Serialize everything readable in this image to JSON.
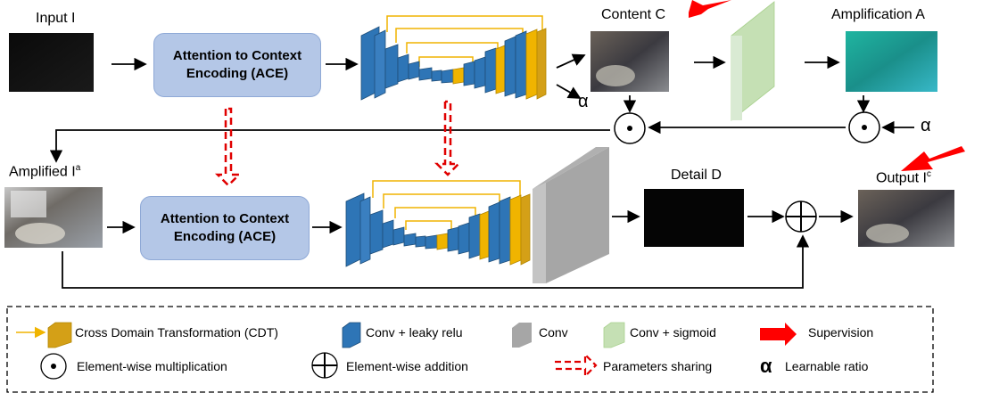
{
  "labels": {
    "input": "Input I",
    "content": "Content C",
    "amplification": "Amplification A",
    "amplified": "Amplified I",
    "amplified_sup": "a",
    "detail": "Detail D",
    "output": "Output I",
    "output_sup": "c",
    "alpha_top": "α",
    "alpha_right": "α"
  },
  "ace": {
    "line1": "Attention to Context",
    "line2": "Encoding (ACE)"
  },
  "legend": {
    "cdt": "Cross Domain Transformation (CDT)",
    "conv_leaky": "Conv + leaky relu",
    "conv": "Conv",
    "conv_sigmoid": "Conv + sigmoid",
    "supervision": "Supervision",
    "mult": "Element-wise multiplication",
    "add": "Element-wise addition",
    "sharing": "Parameters sharing",
    "alpha_symbol": "α",
    "ratio": "Learnable ratio"
  },
  "colors": {
    "ace_fill": "#b4c7e7",
    "conv_blue": "#2e75b6",
    "cdt_gold": "#d4a017",
    "conv_gray": "#a6a6a6",
    "conv_green": "#c5e0b4",
    "supervision_red": "#ff0000"
  }
}
